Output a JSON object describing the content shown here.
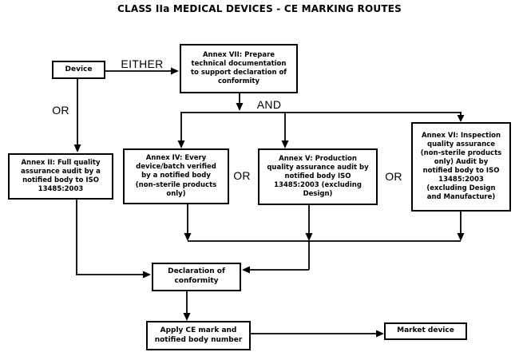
{
  "title": "CLASS IIa MEDICAL DEVICES - CE MARKING ROUTES",
  "nodes": {
    "device": {
      "label": "Device"
    },
    "annex_vii": {
      "label": "Annex VII: Prepare\ntechnical documentation\nto support declaration of\nconformity"
    },
    "annex_ii": {
      "label": "Annex II: Full quality\nassurance audit by a\nnotified body to ISO\n13485:2003"
    },
    "annex_iv": {
      "label": "Annex IV: Every\ndevice/batch verified\nby a notified body\n(non-sterile products\nonly)"
    },
    "annex_v": {
      "label": "Annex V: Production\nquality assurance audit by\nnotified body ISO\n13485:2003 (excluding\nDesign)"
    },
    "annex_vi": {
      "label": "Annex VI: Inspection\nquality assurance\n(non-sterile products\nonly) Audit by\nnotified body to ISO\n13485:2003\n(excluding Design\nand Manufacture)"
    },
    "declaration": {
      "label": "Declaration of\nconformity"
    },
    "apply_ce": {
      "label": "Apply CE mark and\nnotified body number"
    },
    "market": {
      "label": "Market device"
    }
  },
  "connector_labels": {
    "either": "EITHER",
    "or_left": "OR",
    "and": "AND",
    "or_middle": "OR",
    "or_right": "OR"
  },
  "colors": {
    "background": "#ffffff",
    "line": "#000000",
    "box_border": "#000000",
    "box_bg": "#ffffff",
    "text": "#000000"
  }
}
